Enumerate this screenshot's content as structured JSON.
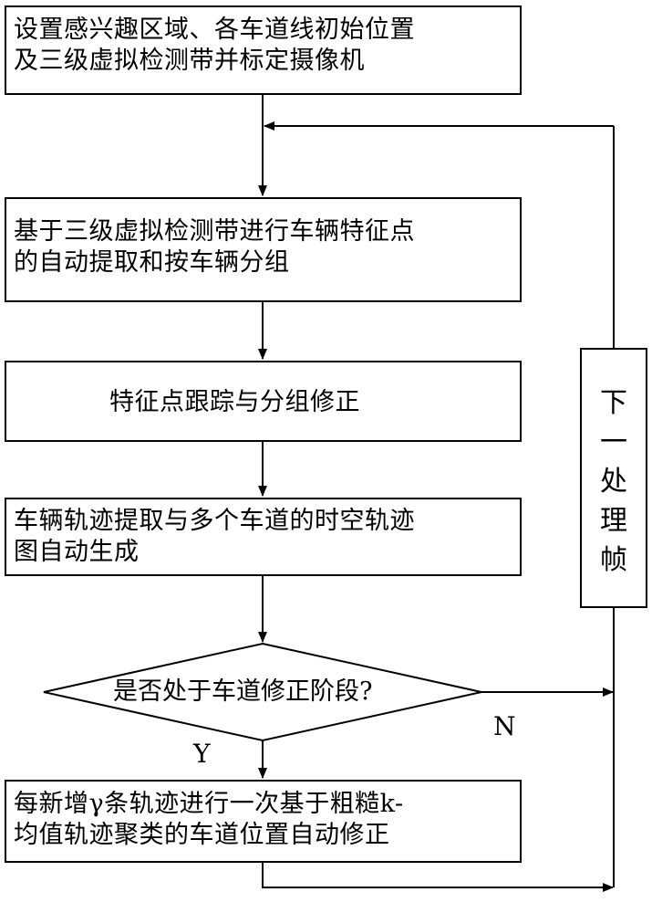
{
  "nodes": {
    "init": {
      "lines": [
        "设置感兴趣区域、各车道线初始位置",
        "及三级虚拟检测带并标定摄像机"
      ]
    },
    "extract": {
      "lines": [
        "基于三级虚拟检测带进行车辆特征点",
        "的自动提取和按车辆分组"
      ]
    },
    "track": {
      "lines": [
        "特征点跟踪与分组修正"
      ]
    },
    "trajectory": {
      "lines": [
        "车辆轨迹提取与多个车道的时空轨迹",
        "图自动生成"
      ]
    },
    "decision": {
      "text": "是否处于车道修正阶段?"
    },
    "correct": {
      "lines": [
        "每新增γ条轨迹进行一次基于粗糙k-",
        "均值轨迹聚类的车道位置自动修正"
      ]
    },
    "next_frame": {
      "chars": [
        "下",
        "一",
        "处",
        "理",
        "帧"
      ]
    }
  },
  "edge_labels": {
    "yes": "Y",
    "no": "N"
  }
}
